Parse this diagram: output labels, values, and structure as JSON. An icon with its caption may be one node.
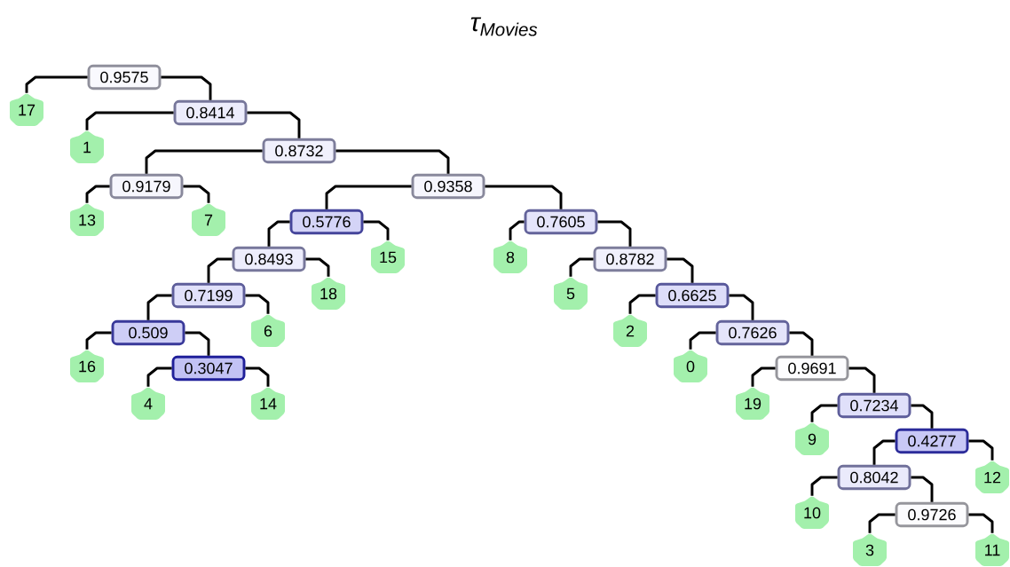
{
  "diagram": {
    "title": "τ$_{Movies}$",
    "nodes": [
      {
        "text": [
          "0.9575"
        ]
      },
      {
        "text": [
          "17"
        ]
      },
      {
        "text": [
          "0.8414"
        ]
      },
      {
        "text": [
          "1"
        ]
      },
      {
        "text": [
          "0.8732"
        ]
      },
      {
        "text": [
          "0.9179"
        ]
      },
      {
        "text": [
          "13"
        ]
      },
      {
        "text": [
          "7"
        ]
      },
      {
        "text": [
          "0.9358"
        ]
      },
      {
        "text": [
          "0.5776"
        ]
      },
      {
        "text": [
          "0.8493"
        ]
      },
      {
        "text": [
          "0.7199"
        ]
      },
      {
        "text": [
          "0.509"
        ]
      },
      {
        "text": [
          "16"
        ]
      },
      {
        "text": [
          "0.3047"
        ]
      },
      {
        "text": [
          "4"
        ]
      },
      {
        "text": [
          "14"
        ]
      },
      {
        "text": [
          "18"
        ]
      },
      {
        "text": [
          "6"
        ]
      },
      {
        "text": [
          "15"
        ]
      },
      {
        "text": [
          "0.7605"
        ]
      },
      {
        "text": [
          "8"
        ]
      },
      {
        "text": [
          "0.8782"
        ]
      },
      {
        "text": [
          "5"
        ]
      },
      {
        "text": [
          "0.6625"
        ]
      },
      {
        "text": [
          "2"
        ]
      },
      {
        "text": [
          "0.7626"
        ]
      },
      {
        "text": [
          "0"
        ]
      },
      {
        "text": [
          "0.9691"
        ]
      },
      {
        "text": [
          "19"
        ]
      },
      {
        "text": [
          "0.7234"
        ]
      },
      {
        "text": [
          "9"
        ]
      },
      {
        "text": [
          "0.4277"
        ]
      },
      {
        "text": [
          "0.8042"
        ]
      },
      {
        "text": [
          "10"
        ]
      },
      {
        "text": [
          "0.9726"
        ]
      },
      {
        "text": [
          "3"
        ]
      },
      {
        "text": [
          "11"
        ]
      },
      {
        "text": [
          "12"
        ]
      }
    ],
    "edges": [
      {
        "from": 0,
        "to": 1,
        "arrow": "none"
      },
      {
        "from": 0,
        "to": 2,
        "arrow": "none"
      },
      {
        "from": 2,
        "to": 3,
        "arrow": "none"
      },
      {
        "from": 2,
        "to": 4,
        "arrow": "none"
      },
      {
        "from": 4,
        "to": 5,
        "arrow": "none"
      },
      {
        "from": 4,
        "to": 8,
        "arrow": "none"
      },
      {
        "from": 5,
        "to": 6,
        "arrow": "none"
      },
      {
        "from": 5,
        "to": 7,
        "arrow": "none"
      },
      {
        "from": 8,
        "to": 9,
        "arrow": "none"
      },
      {
        "from": 8,
        "to": 20,
        "arrow": "none"
      },
      {
        "from": 9,
        "to": 10,
        "arrow": "none"
      },
      {
        "from": 9,
        "to": 19,
        "arrow": "none"
      },
      {
        "from": 10,
        "to": 11,
        "arrow": "none"
      },
      {
        "from": 10,
        "to": 17,
        "arrow": "none"
      },
      {
        "from": 11,
        "to": 12,
        "arrow": "none"
      },
      {
        "from": 11,
        "to": 18,
        "arrow": "none"
      },
      {
        "from": 12,
        "to": 13,
        "arrow": "none"
      },
      {
        "from": 12,
        "to": 14,
        "arrow": "none"
      },
      {
        "from": 14,
        "to": 15,
        "arrow": "none"
      },
      {
        "from": 14,
        "to": 16,
        "arrow": "none"
      },
      {
        "from": 20,
        "to": 21,
        "arrow": "none"
      },
      {
        "from": 20,
        "to": 22,
        "arrow": "none"
      },
      {
        "from": 22,
        "to": 23,
        "arrow": "none"
      },
      {
        "from": 22,
        "to": 24,
        "arrow": "none"
      },
      {
        "from": 24,
        "to": 25,
        "arrow": "none"
      },
      {
        "from": 24,
        "to": 26,
        "arrow": "none"
      },
      {
        "from": 26,
        "to": 27,
        "arrow": "none"
      },
      {
        "from": 26,
        "to": 28,
        "arrow": "none"
      },
      {
        "from": 28,
        "to": 29,
        "arrow": "none"
      },
      {
        "from": 28,
        "to": 30,
        "arrow": "none"
      },
      {
        "from": 30,
        "to": 31,
        "arrow": "none"
      },
      {
        "from": 30,
        "to": 32,
        "arrow": "none"
      },
      {
        "from": 32,
        "to": 33,
        "arrow": "none"
      },
      {
        "from": 32,
        "to": 38,
        "arrow": "none"
      },
      {
        "from": 33,
        "to": 34,
        "arrow": "none"
      },
      {
        "from": 33,
        "to": 35,
        "arrow": "none"
      },
      {
        "from": 35,
        "to": 36,
        "arrow": "none"
      },
      {
        "from": 35,
        "to": 37,
        "arrow": "none"
      }
    ]
  }
}
